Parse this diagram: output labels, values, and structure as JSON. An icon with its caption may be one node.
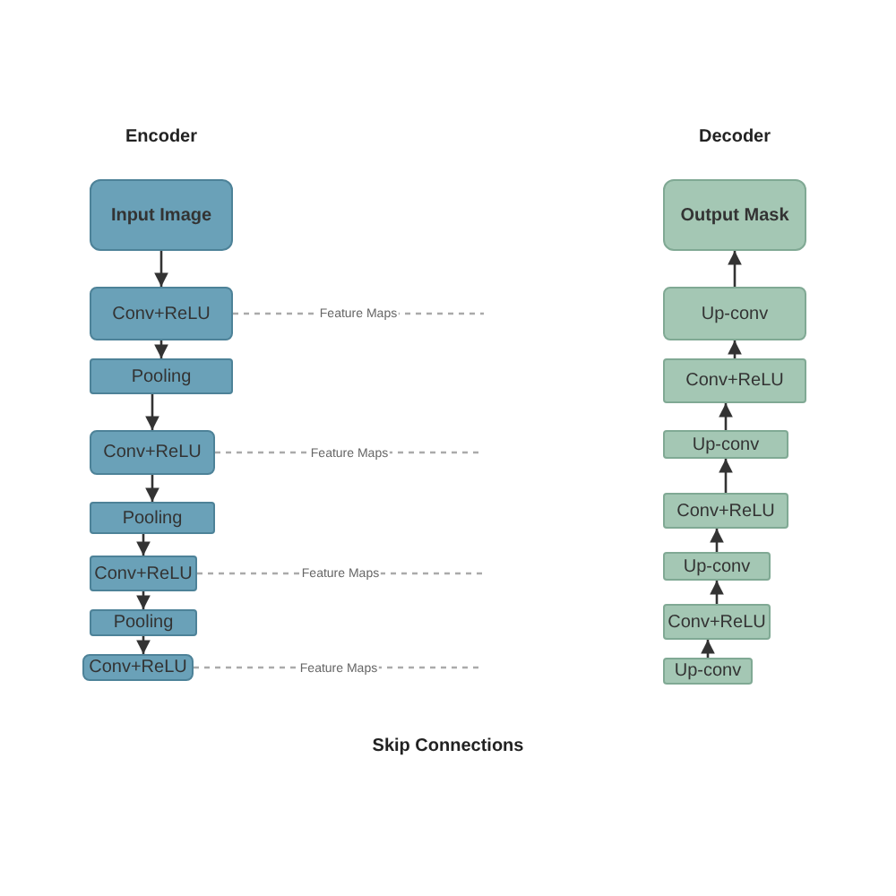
{
  "diagram": {
    "nodes": [
      {
        "text": [
          "Input Image"
        ]
      },
      {
        "text": [
          "Conv+ReLU"
        ]
      },
      {
        "text": [
          "Pooling"
        ]
      },
      {
        "text": [
          "Conv+ReLU"
        ]
      },
      {
        "text": [
          "Pooling"
        ]
      },
      {
        "text": [
          "Conv+ReLU"
        ]
      },
      {
        "text": [
          "Pooling"
        ]
      },
      {
        "text": [
          "Conv+ReLU"
        ]
      },
      {
        "text": [
          "Output Mask"
        ]
      },
      {
        "text": [
          "Up-conv"
        ]
      },
      {
        "text": [
          "Conv+ReLU"
        ]
      },
      {
        "text": [
          "Up-conv"
        ]
      },
      {
        "text": [
          "Conv+ReLU"
        ]
      },
      {
        "text": [
          "Up-conv"
        ]
      },
      {
        "text": [
          "Conv+ReLU"
        ]
      },
      {
        "text": [
          "Up-conv"
        ]
      }
    ],
    "edges": [
      {
        "from": 0,
        "to": 1,
        "arrow": "to"
      },
      {
        "from": 1,
        "to": 2,
        "arrow": "to"
      },
      {
        "from": 2,
        "to": 3,
        "arrow": "to"
      },
      {
        "from": 3,
        "to": 4,
        "arrow": "to"
      },
      {
        "from": 4,
        "to": 5,
        "arrow": "to"
      },
      {
        "from": 5,
        "to": 6,
        "arrow": "to"
      },
      {
        "from": 6,
        "to": 7,
        "arrow": "to"
      },
      {
        "from": 15,
        "to": 14,
        "arrow": "to"
      },
      {
        "from": 14,
        "to": 13,
        "arrow": "to"
      },
      {
        "from": 13,
        "to": 12,
        "arrow": "to"
      },
      {
        "from": 12,
        "to": 11,
        "arrow": "to"
      },
      {
        "from": 11,
        "to": 10,
        "arrow": "to"
      },
      {
        "from": 10,
        "to": 9,
        "arrow": "to"
      },
      {
        "from": 9,
        "to": 8,
        "arrow": "to"
      },
      {
        "from": 1,
        "to": null,
        "arrow": "none",
        "label": "Feature Maps",
        "style": "dashed",
        "color": "#aaaaaa"
      },
      {
        "from": 3,
        "to": null,
        "arrow": "none",
        "label": "Feature Maps",
        "style": "dashed",
        "color": "#aaaaaa"
      },
      {
        "from": 5,
        "to": null,
        "arrow": "none",
        "label": "Feature Maps",
        "style": "dashed",
        "color": "#aaaaaa"
      },
      {
        "from": 7,
        "to": null,
        "arrow": "none",
        "label": "Feature Maps",
        "style": "dashed",
        "color": "#aaaaaa"
      }
    ],
    "labels": [
      "Encoder",
      "Decoder",
      "Skip Connections"
    ]
  }
}
